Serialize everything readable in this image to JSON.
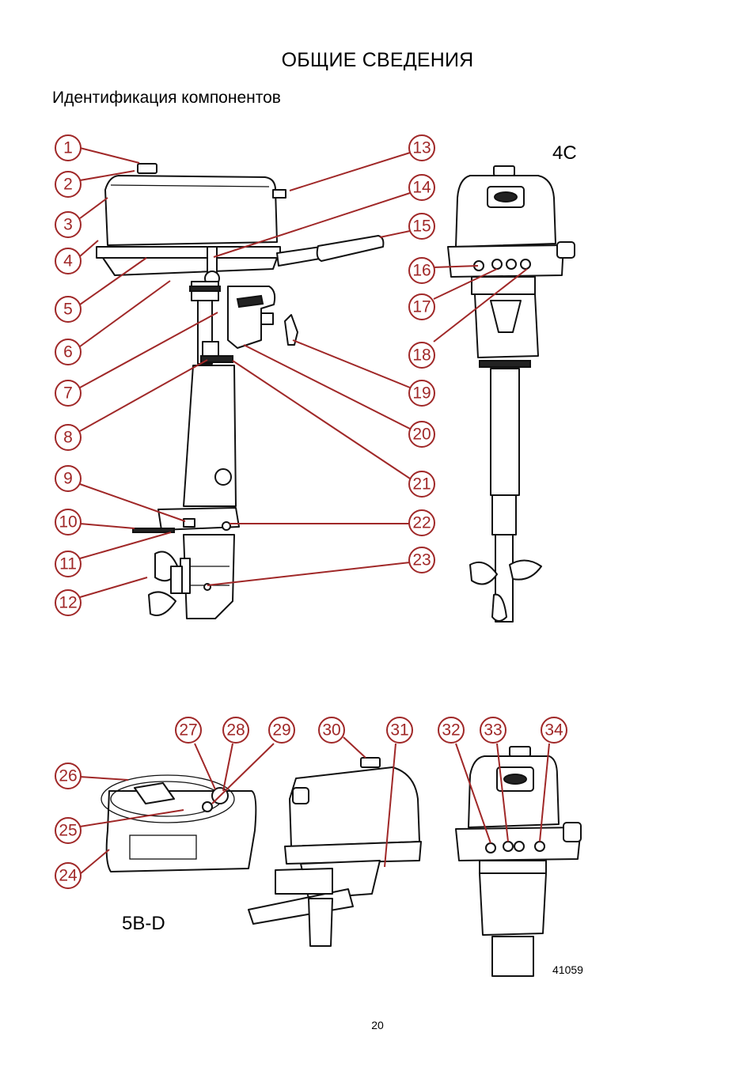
{
  "page": {
    "title": "ОБЩИЕ СВЕДЕНИЯ",
    "subtitle": "Идентификация компонентов",
    "page_number": "20",
    "figure_number": "41059"
  },
  "models": {
    "top_label": "4С",
    "bottom_label": "5B-D"
  },
  "callouts": {
    "c1": "1",
    "c2": "2",
    "c3": "3",
    "c4": "4",
    "c5": "5",
    "c6": "6",
    "c7": "7",
    "c8": "8",
    "c9": "9",
    "c10": "10",
    "c11": "11",
    "c12": "12",
    "c13": "13",
    "c14": "14",
    "c15": "15",
    "c16": "16",
    "c17": "17",
    "c18": "18",
    "c19": "19",
    "c20": "20",
    "c21": "21",
    "c22": "22",
    "c23": "23",
    "c24": "24",
    "c25": "25",
    "c26": "26",
    "c27": "27",
    "c28": "28",
    "c29": "29",
    "c30": "30",
    "c31": "31",
    "c32": "32",
    "c33": "33",
    "c34": "34"
  },
  "colors": {
    "callout": "#a02828",
    "line_art": "#111111"
  }
}
